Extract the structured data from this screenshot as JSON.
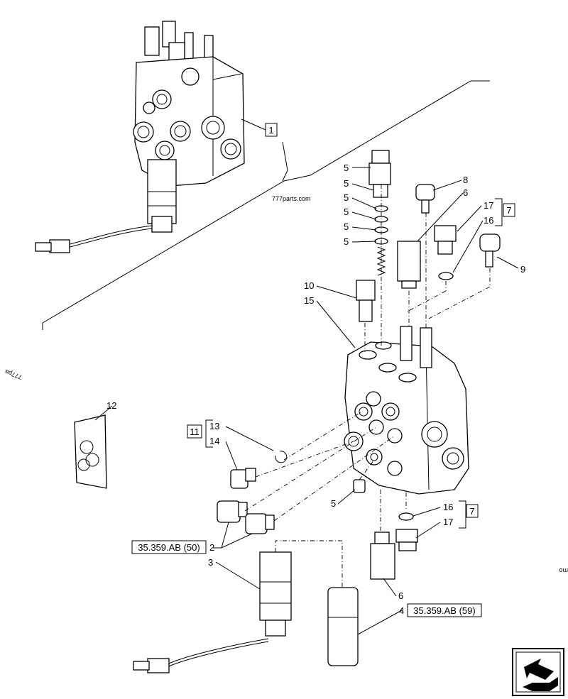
{
  "callouts": {
    "c1": "1",
    "c2": "2",
    "c3": "3",
    "c4": "4",
    "c5a": "5",
    "c5b": "5",
    "c5c": "5",
    "c5d": "5",
    "c5e": "5",
    "c5f": "5",
    "c5g": "5",
    "c6a": "6",
    "c6b": "6",
    "c7a": "7",
    "c7b": "7",
    "c8": "8",
    "c9": "9",
    "c10": "10",
    "c11": "11",
    "c12": "12",
    "c13": "13",
    "c14": "14",
    "c15": "15",
    "c16a": "16",
    "c16b": "16",
    "c17a": "17",
    "c17b": "17"
  },
  "references": {
    "ref_ab50": "35.359.AB (50)",
    "ref_ab59": "35.359.AB (59)"
  },
  "watermarks": {
    "top": "777parts.com",
    "left": "777pa",
    "right": "mo"
  },
  "icons": {
    "nav": "next-page-arrow-icon"
  }
}
